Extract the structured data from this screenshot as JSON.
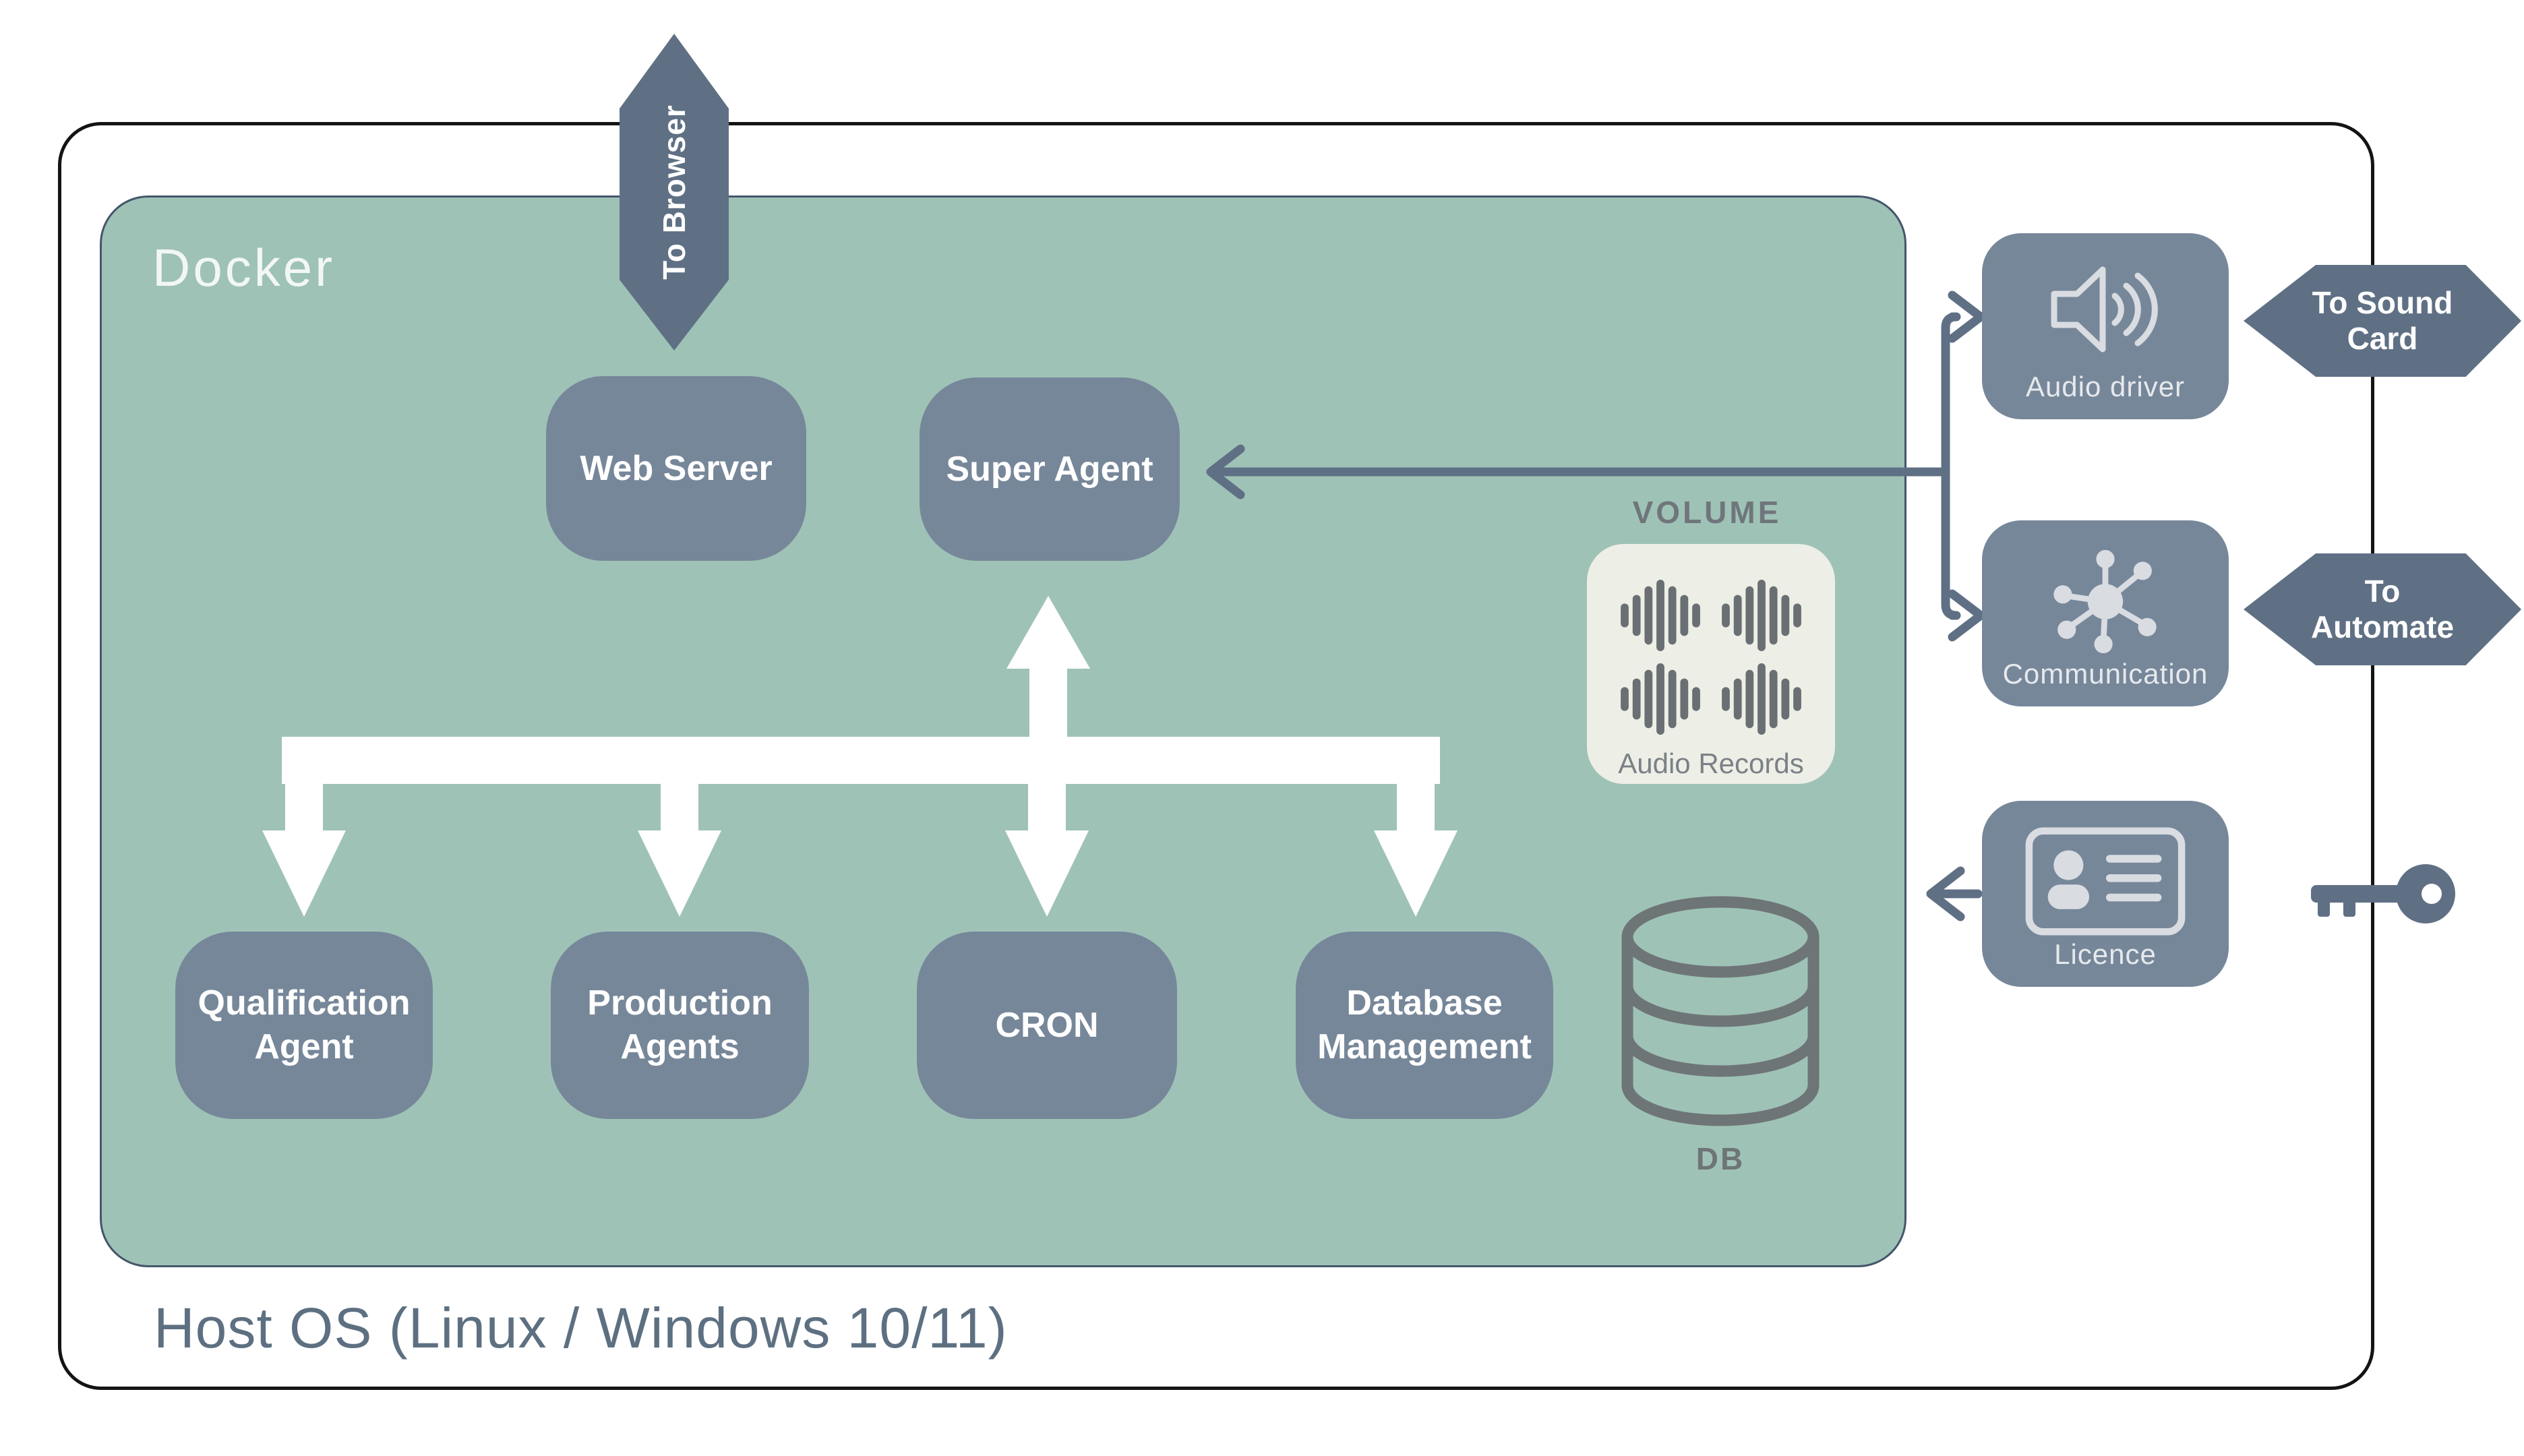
{
  "title_labels": {
    "docker": "Docker",
    "host_os": "Host OS (Linux / Windows 10/11)"
  },
  "nodes": {
    "web_server": {
      "label": "Web Server"
    },
    "super_agent": {
      "label": "Super Agent"
    },
    "qualification_agent": {
      "label": "Qualification Agent"
    },
    "production_agents": {
      "label": "Production Agents"
    },
    "cron": {
      "label": "CRON"
    },
    "database_management": {
      "label": "Database Management"
    }
  },
  "volume": {
    "title": "VOLUME",
    "card_label": "Audio Records"
  },
  "database": {
    "label": "DB"
  },
  "right_panel": {
    "audio_driver": {
      "label": "Audio driver"
    },
    "communication": {
      "label": "Communication"
    },
    "licence": {
      "label": "Licence"
    }
  },
  "flow_tags": {
    "to_browser": "To Browser",
    "to_sound_card": "To Sound Card",
    "to_automate": "To Automate"
  },
  "icons": [
    "to-browser-arrow-icon",
    "speaker-icon",
    "network-hub-icon",
    "id-card-icon",
    "key-icon",
    "database-cylinder-icon",
    "waveform-icon",
    "white-flow-arrows"
  ],
  "colors": {
    "docker_bg": "#9FC2B6",
    "docker_border": "#45556A",
    "node_fill": "#77879A",
    "accent_slate": "#5F7085",
    "host_border": "#141414",
    "host_text": "#5D7081",
    "muted_gray_text": "#6F767B",
    "card_bg": "#EDEEE6",
    "card_text": "#7A8186",
    "db_gray": "#6E7577",
    "icon_light": "#D9DCE1",
    "white_arrow": "#FFFFFF"
  }
}
